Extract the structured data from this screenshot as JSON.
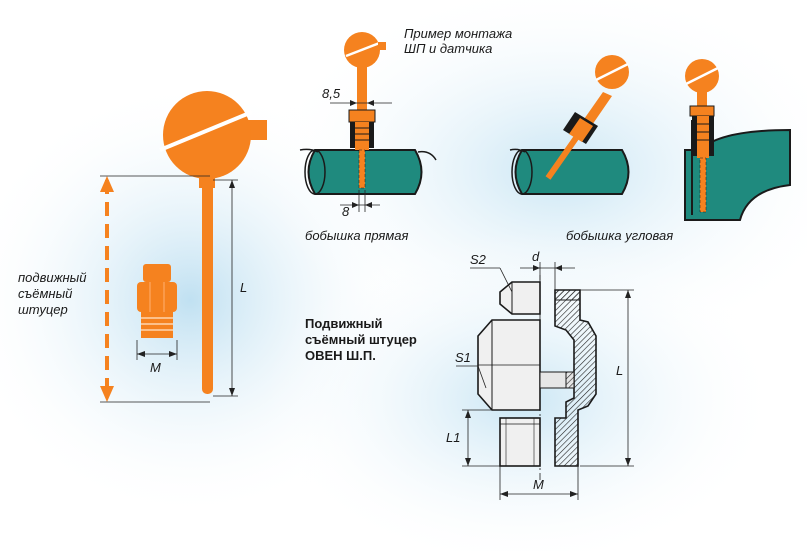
{
  "labels": {
    "mount_example_line1": "Пример монтажа",
    "mount_example_line2": "ШП и датчика",
    "dim_8_5": "8,5",
    "dim_8": "8",
    "boss_straight": "бобышка прямая",
    "boss_angled": "бобышка угловая",
    "movable_line1": "подвижный",
    "movable_line2": "съёмный",
    "movable_line3": "штуцер",
    "dim_L_left": "L",
    "dim_M_left": "M",
    "title_line1": "Подвижный",
    "title_line2": "съёмный штуцер",
    "title_line3": "ОВЕН Ш.П.",
    "dim_S2": "S2",
    "dim_d": "d",
    "dim_S1": "S1",
    "dim_L_right": "L",
    "dim_L1": "L1",
    "dim_M_right": "M"
  },
  "colors": {
    "orange": "#f5821f",
    "teal": "#1f8a7e",
    "dark": "#1a1a1a",
    "glow": "#cfe8f5"
  }
}
